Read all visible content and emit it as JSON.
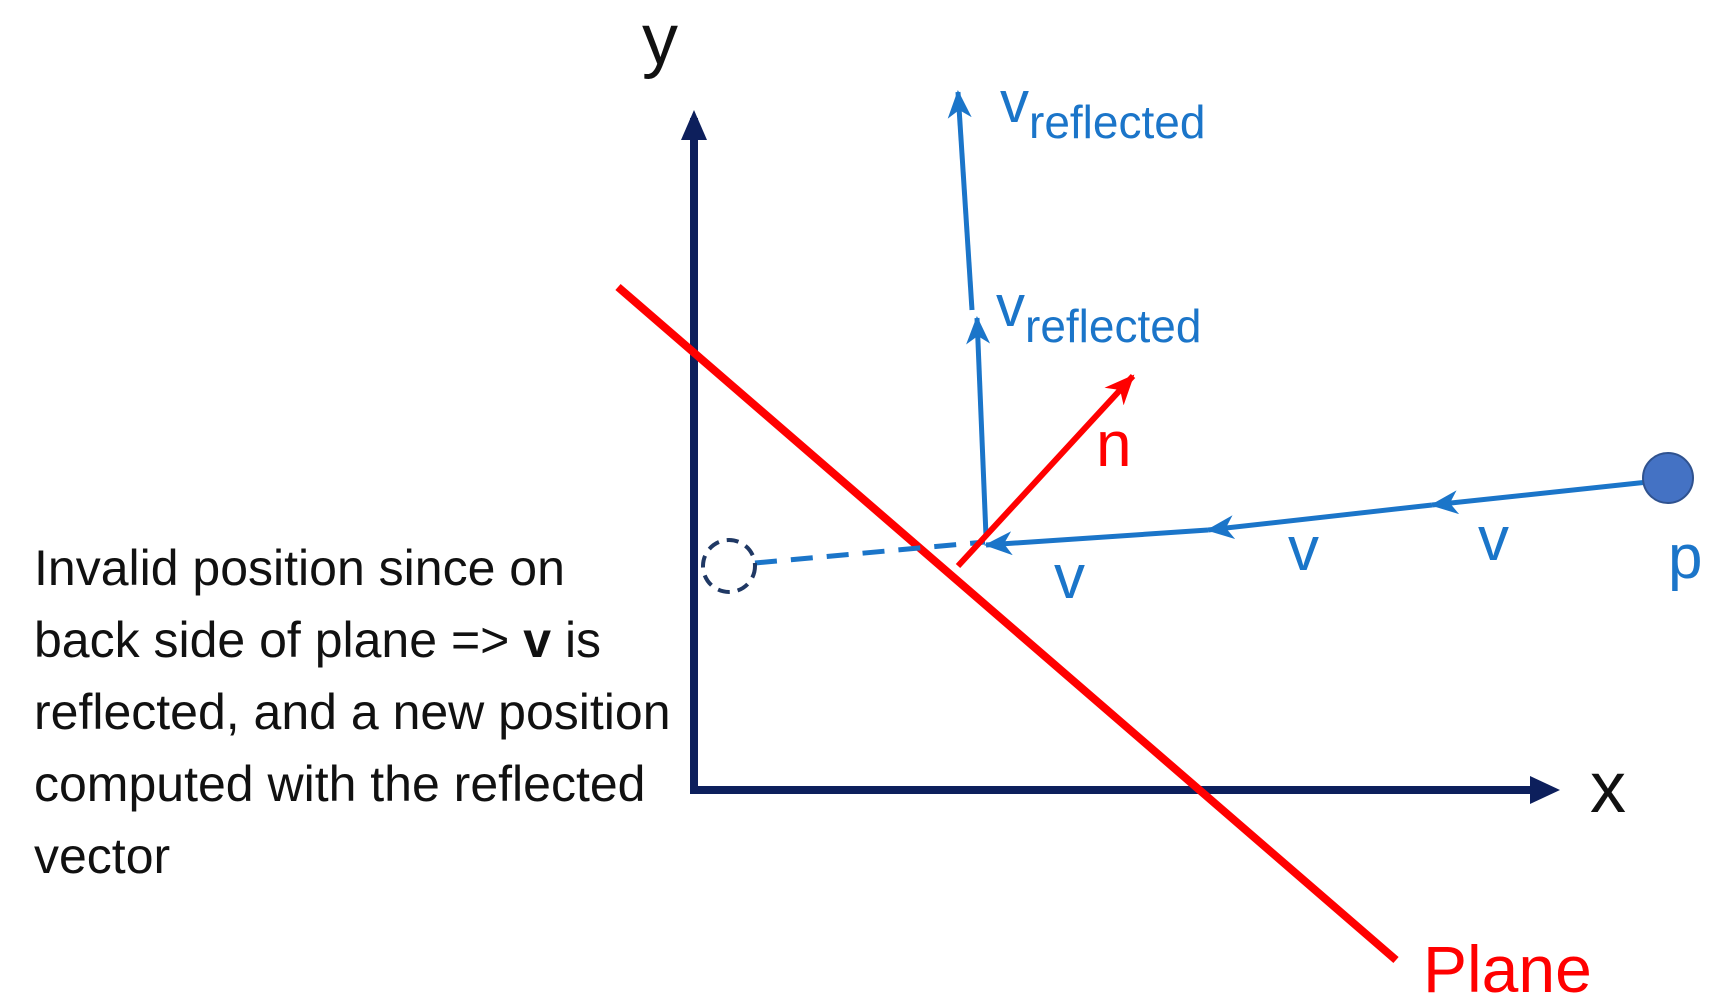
{
  "axes": {
    "y_label": "y",
    "x_label": "x"
  },
  "plane": {
    "label": "Plane"
  },
  "normal": {
    "label": "n"
  },
  "point": {
    "label": "p"
  },
  "vectors": {
    "v_label": "v",
    "reflected_main": "v",
    "reflected_sub": "reflected"
  },
  "caption": {
    "part1": "Invalid position since on back side of plane => ",
    "bold": "v",
    "part2": " is reflected, and a new position computed with the reflected vector"
  },
  "colors": {
    "axis": "#0d1f5c",
    "vector": "#1b75c9",
    "plane": "#ff0000",
    "point_fill": "#4472c4",
    "invalid_circle": "#1f3864",
    "text": "#111111"
  }
}
